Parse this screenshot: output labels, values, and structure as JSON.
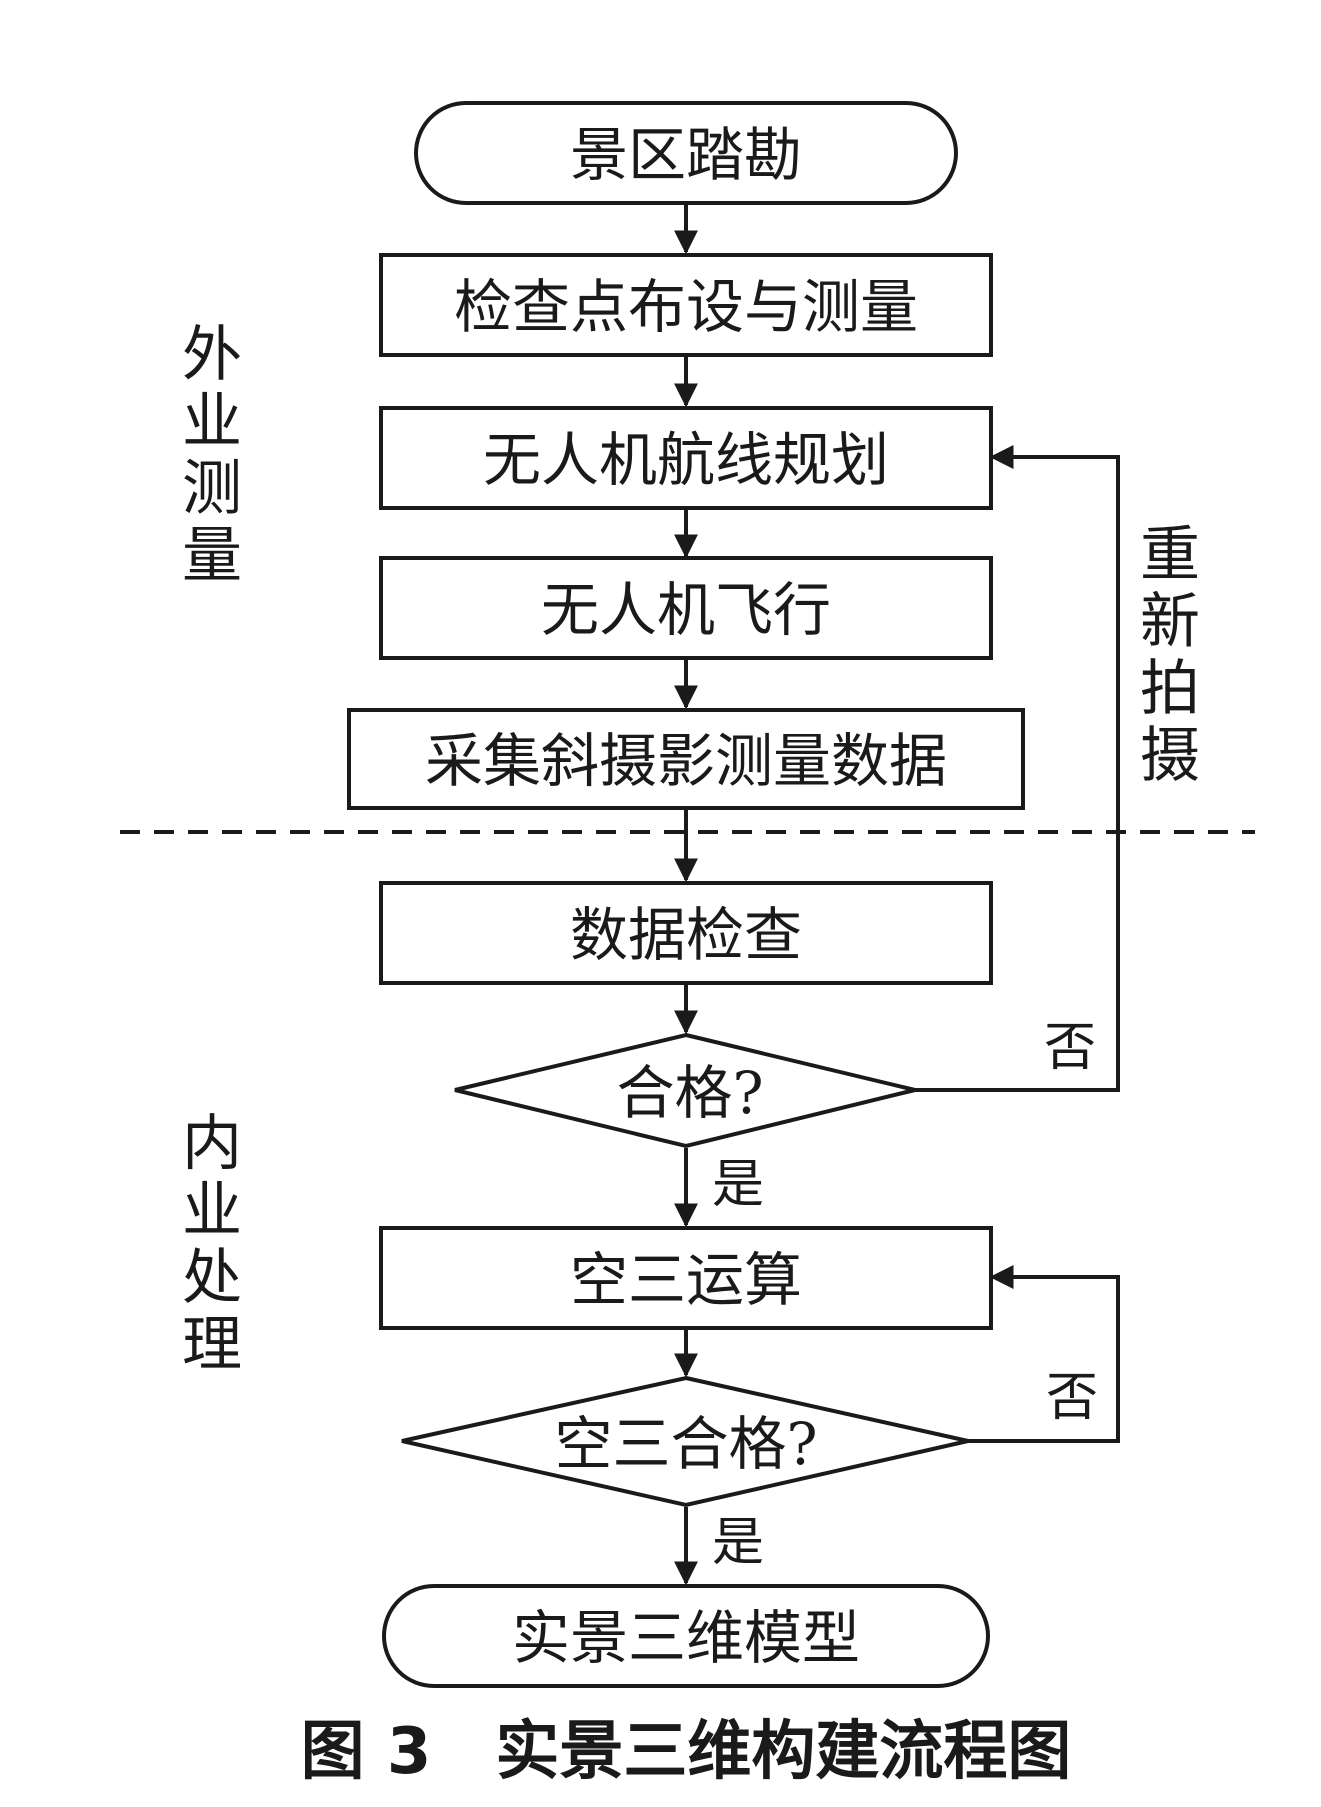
{
  "nodes": {
    "start": "景区踏勘",
    "checkpoint": "检查点布设与测量",
    "route": "无人机航线规划",
    "flight": "无人机飞行",
    "collect": "采集斜摄影测量数据",
    "datacheck": "数据检查",
    "qualified": "合格?",
    "aerial": "空三运算",
    "aerial_ok": "空三合格?",
    "end": "实景三维模型"
  },
  "edge_labels": {
    "no_1": "否",
    "yes_1": "是",
    "no_2": "否",
    "yes_2": "是"
  },
  "side_labels": {
    "field": [
      "外",
      "业",
      "测",
      "量"
    ],
    "office": [
      "内",
      "业",
      "处",
      "理"
    ],
    "reshoot": [
      "重",
      "新",
      "拍",
      "摄"
    ]
  },
  "caption": "图 3　实景三维构建流程图"
}
